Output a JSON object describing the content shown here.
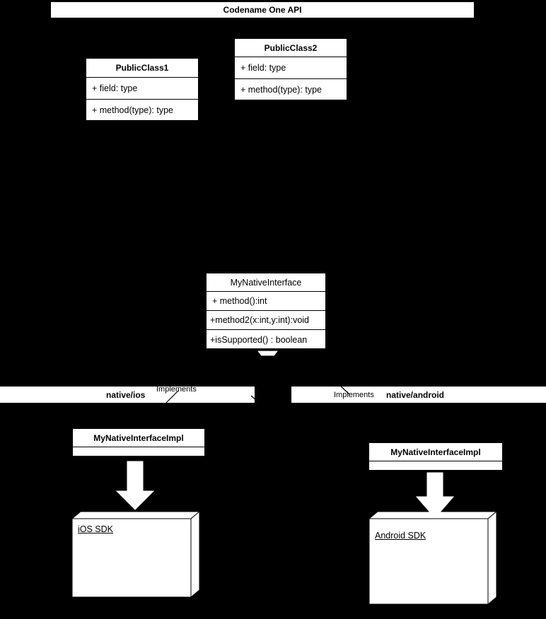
{
  "diagram": {
    "title_banner": {
      "label": "Codename One API"
    },
    "classes": [
      {
        "name": "public-class-1",
        "title": "PublicClass1",
        "members": [
          "+ field: type",
          "+ method(type): type"
        ]
      },
      {
        "name": "public-class-2",
        "title": "PublicClass2",
        "members": [
          "+ field: type",
          "+ method(type): type"
        ]
      }
    ],
    "interface": {
      "title": "MyNativeInterface",
      "members": [
        "+ method():int",
        "+method2(x:int,y:int):void",
        "+isSupported() : boolean"
      ]
    },
    "packages": [
      {
        "name": "native-ios",
        "label": "native/ios",
        "connector_label": "Implements",
        "impl_class": {
          "title": "MyNativeInterfaceImpl",
          "members": [
            ""
          ]
        },
        "sdk_node": {
          "label": "iOS SDK"
        }
      },
      {
        "name": "native-android",
        "label": "native/android",
        "connector_label": "Implements",
        "impl_class": {
          "title": "MyNativeInterfaceImpl",
          "members": [
            ""
          ]
        },
        "sdk_node": {
          "label": "Android SDK"
        }
      }
    ],
    "colors": {
      "background": "#000000",
      "fill": "#ffffff",
      "stroke": "#000000"
    }
  }
}
